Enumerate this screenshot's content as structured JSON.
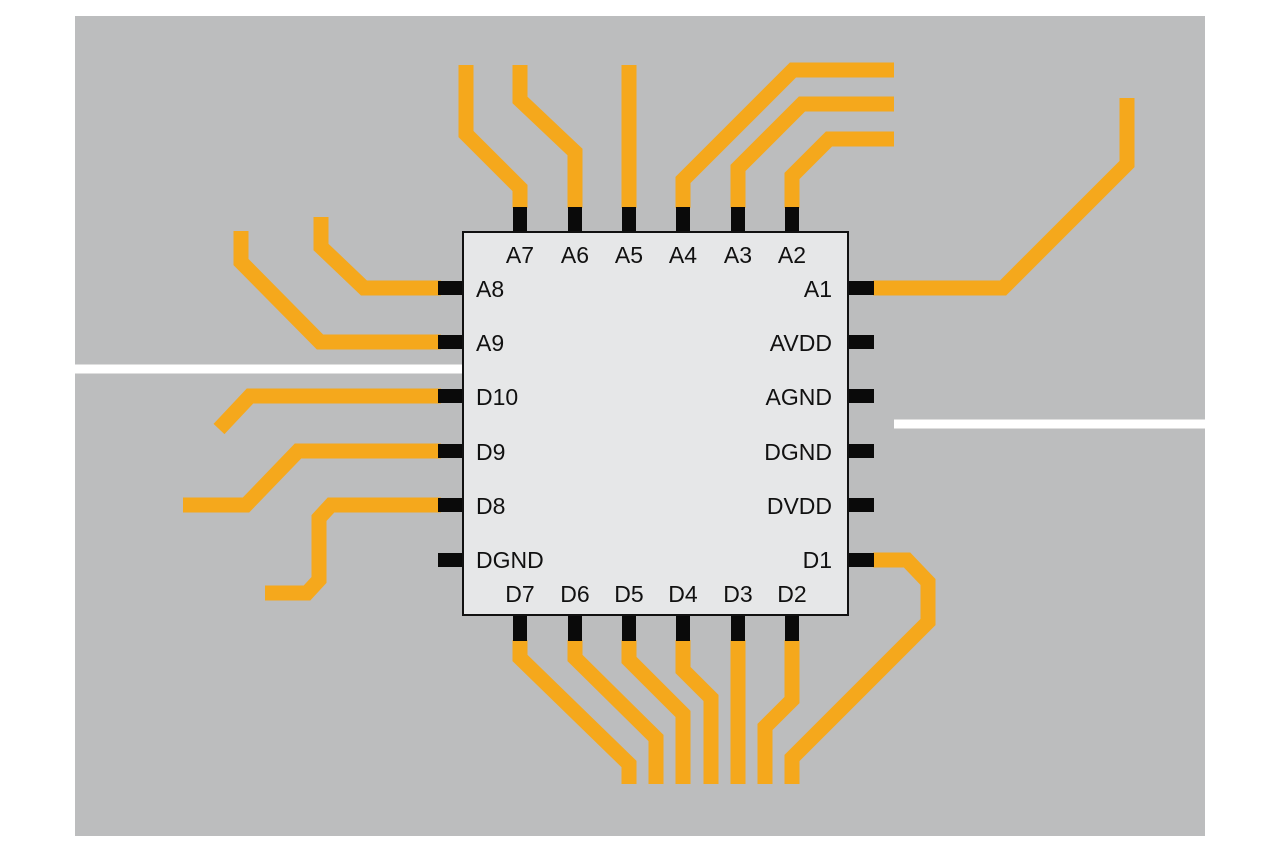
{
  "colors": {
    "board": "#bcbdbe",
    "chip_body": "#e6e7e8",
    "chip_outline": "#111111",
    "trace": "#f5a81c",
    "pad": "#0a0a0a",
    "gap": "#ffffff"
  },
  "pins": {
    "top": [
      "A7",
      "A6",
      "A5",
      "A4",
      "A3",
      "A2"
    ],
    "left": [
      "A8",
      "A9",
      "D10",
      "D9",
      "D8",
      "DGND"
    ],
    "right": [
      "A1",
      "AVDD",
      "AGND",
      "DGND",
      "DVDD",
      "D1"
    ],
    "bottom": [
      "D7",
      "D6",
      "D5",
      "D4",
      "D3",
      "D2"
    ]
  }
}
